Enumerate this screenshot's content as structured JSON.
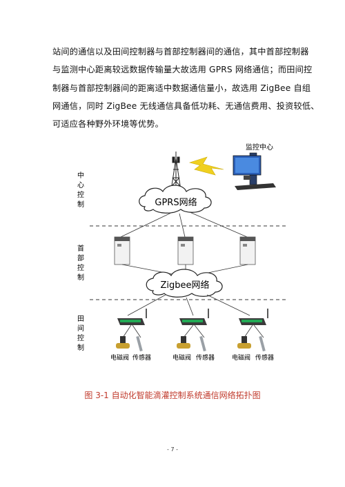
{
  "paragraph": {
    "lines": [
      "站间的通信以及田间控制器与首部控制器间的通信，其中首部控制器",
      "与监测中心距离较远数据传输量大故选用 GPRS 网络通信；而田间控",
      "制器与首部控制器间的距离适中数据通信量小，故选用 ZigBee 自组",
      "网通信，同时 ZigBee 无线通信具备低功耗、无通信费用、投资较低、",
      "可适应各种野外环境等优势。"
    ]
  },
  "figure": {
    "monitor_center_label": "监控中心",
    "gprs_cloud_label": "GPRS网络",
    "zigbee_cloud_label": "Zigbee网络",
    "side_labels": [
      "中心控制",
      "首部控制",
      "田间控制"
    ],
    "valve_label": "电磁阀",
    "sensor_label": "传感器",
    "caption": "图 3-1 自动化智能滴灌控制系统通信网络拓扑图"
  },
  "page_number": "- 7 -"
}
